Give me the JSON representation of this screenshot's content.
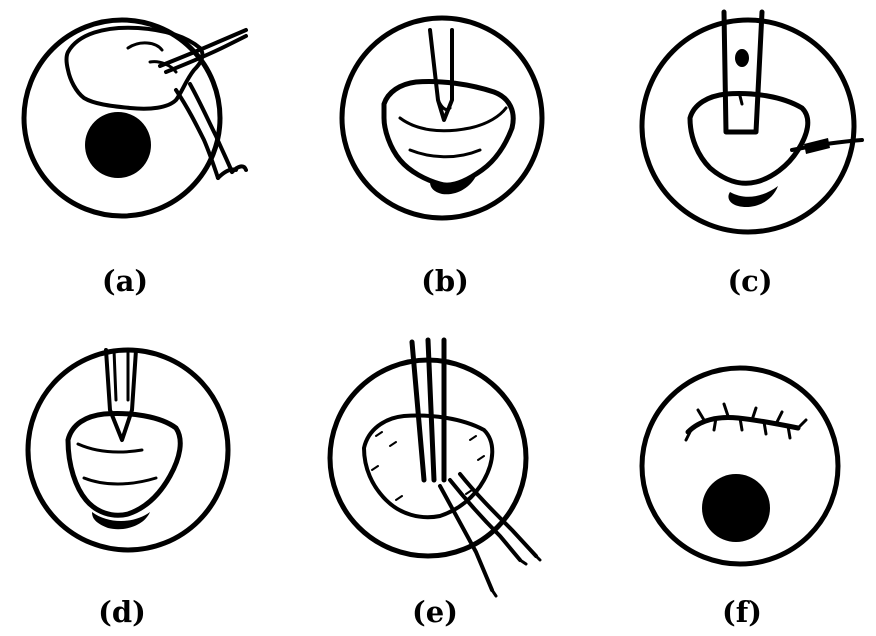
{
  "panels": [
    {
      "id": "a",
      "label": "(a)"
    },
    {
      "id": "b",
      "label": "(b)"
    },
    {
      "id": "c",
      "label": "(c)"
    },
    {
      "id": "d",
      "label": "(d)"
    },
    {
      "id": "e",
      "label": "(e)"
    },
    {
      "id": "f",
      "label": "(f)"
    }
  ],
  "colors": {
    "ink": "#000000",
    "background": "#ffffff"
  }
}
